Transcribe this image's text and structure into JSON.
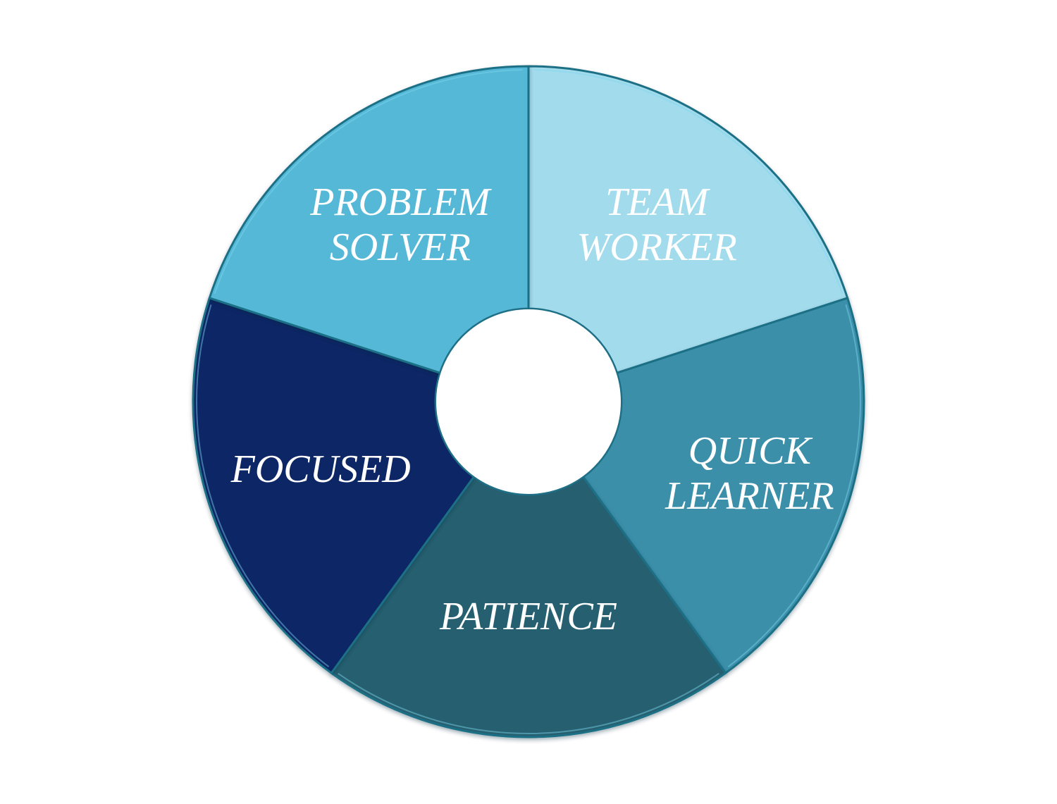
{
  "diagram": {
    "type": "segmented-ring",
    "segments": [
      {
        "id": "team-worker",
        "lines": [
          "TEAM",
          "WORKER"
        ],
        "color": "#a2dbec"
      },
      {
        "id": "quick-learner",
        "lines": [
          "QUICK",
          "LEARNER"
        ],
        "color": "#3b8fa9"
      },
      {
        "id": "patience",
        "lines": [
          "PATIENCE"
        ],
        "color": "#276070"
      },
      {
        "id": "focused",
        "lines": [
          "FOCUSED"
        ],
        "color": "#072566"
      },
      {
        "id": "problem-solver",
        "lines": [
          "PROBLEM",
          "SOLVER"
        ],
        "color": "#54b8d6"
      }
    ],
    "edge_color": "#1f6f86",
    "highlight_color": "#7ed6f0"
  }
}
